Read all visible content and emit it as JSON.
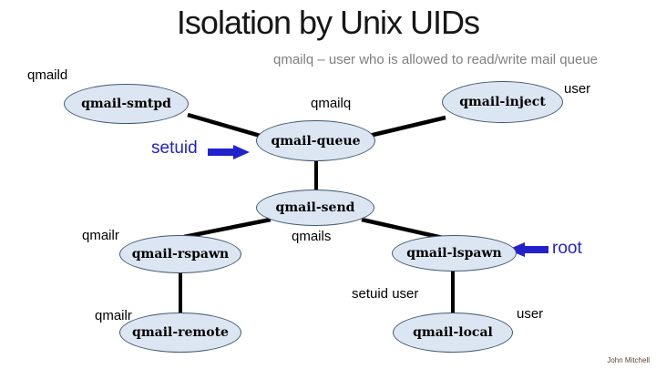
{
  "slide": {
    "title": "Isolation by Unix UIDs",
    "subtitle": "qmailq – user who is allowed to read/write mail queue",
    "credit": "John Mitchell"
  },
  "colors": {
    "node_fill": "#dce6f2",
    "node_stroke": "#41586e",
    "edge_black": "#000000",
    "accent_blue": "#2222cc",
    "subtitle_gray": "#7f7f7f",
    "credit_brown": "#5c4636"
  },
  "nodes": [
    {
      "id": "qmail-smtpd",
      "label": "qmail-smtpd"
    },
    {
      "id": "qmail-inject",
      "label": "qmail-inject"
    },
    {
      "id": "qmail-queue",
      "label": "qmail-queue"
    },
    {
      "id": "qmail-send",
      "label": "qmail-send"
    },
    {
      "id": "qmail-rspawn",
      "label": "qmail-rspawn"
    },
    {
      "id": "qmail-lspawn",
      "label": "qmail-lspawn"
    },
    {
      "id": "qmail-remote",
      "label": "qmail-remote"
    },
    {
      "id": "qmail-local",
      "label": "qmail-local"
    }
  ],
  "uid_labels": [
    {
      "id": "qmaild",
      "text": "qmaild"
    },
    {
      "id": "qmailq",
      "text": "qmailq"
    },
    {
      "id": "user-top",
      "text": "user"
    },
    {
      "id": "qmails",
      "text": "qmails"
    },
    {
      "id": "qmailr-upper",
      "text": "qmailr"
    },
    {
      "id": "qmailr-lower",
      "text": "qmailr"
    },
    {
      "id": "setuid-user",
      "text": "setuid user"
    },
    {
      "id": "user-bottom",
      "text": "user"
    }
  ],
  "annotations": {
    "setuid": "setuid",
    "root": "root"
  },
  "edges": [
    {
      "from": "qmail-smtpd",
      "to": "qmail-queue"
    },
    {
      "from": "qmail-inject",
      "to": "qmail-queue"
    },
    {
      "from": "qmail-queue",
      "to": "qmail-send"
    },
    {
      "from": "qmail-send",
      "to": "qmail-rspawn"
    },
    {
      "from": "qmail-send",
      "to": "qmail-lspawn"
    },
    {
      "from": "qmail-rspawn",
      "to": "qmail-remote"
    },
    {
      "from": "qmail-lspawn",
      "to": "qmail-local"
    }
  ]
}
